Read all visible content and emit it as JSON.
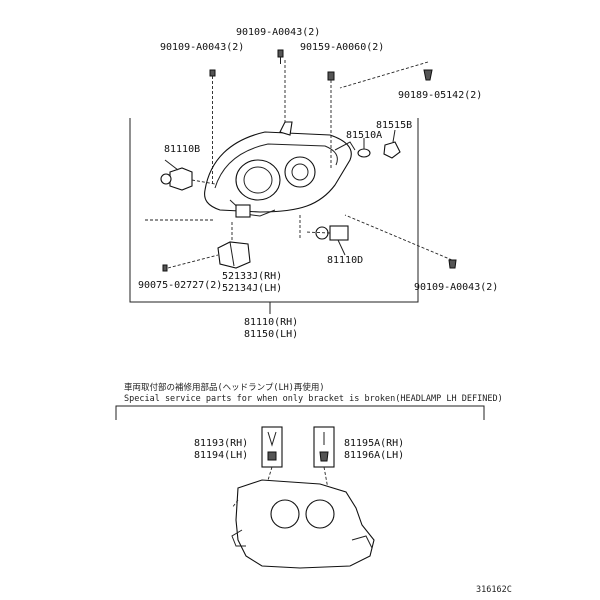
{
  "labels": {
    "p1": "90109-A0043(2)",
    "p2": "90109-A0043(2)",
    "p3": "90159-A0060(2)",
    "p4": "90189-05142(2)",
    "p5": "81515B",
    "p6": "81510A",
    "p7": "81110B",
    "p8": "81110D",
    "p9": "52133J(RH)",
    "p10": "52134J(LH)",
    "p11": "90075-02727(2)",
    "p12": "90109-A0043(2)",
    "assy_rh": "81110(RH)",
    "assy_lh": "81150(LH)",
    "note_jp": "車両取付部の補修用部品(ヘッドランプ(LH)再使用)",
    "note_en": "Special service parts for when only bracket is broken(HEADLAMP LH DEFINED)",
    "k1": "81193(RH)",
    "k2": "81194(LH)",
    "k3": "81195A(RH)",
    "k4": "81196A(LH)",
    "figure_id": "316162C"
  }
}
